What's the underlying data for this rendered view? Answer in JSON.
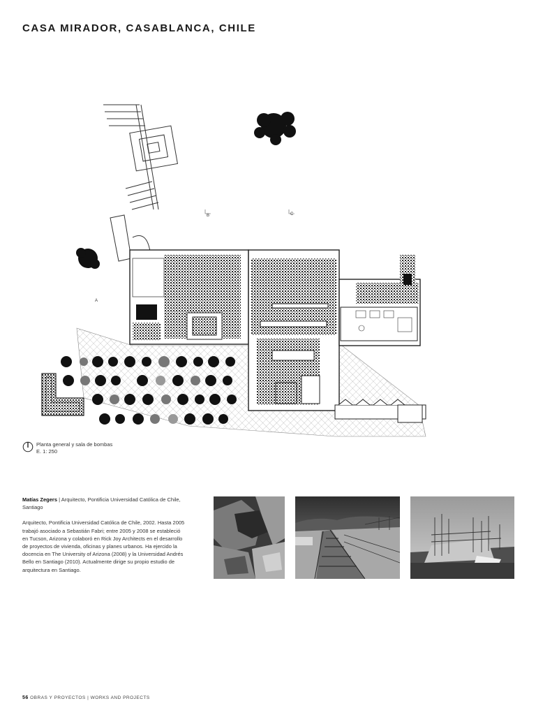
{
  "page": {
    "title": "CASA MIRADOR, CASABLANCA, CHILE"
  },
  "plan": {
    "caption_line1": "Planta general y sala de bombas",
    "caption_line2": "E. 1: 250",
    "section_labels": {
      "a": "A",
      "b": "B",
      "c": "C"
    }
  },
  "bio": {
    "name": "Matías Zegers",
    "separator": " | ",
    "affiliation": "Arquitecto, Pontificia Universidad Católica de Chile, Santiago",
    "text": "Arquitecto, Pontificia Universidad Católica de Chile, 2002. Hasta 2005 trabajó asociado a Sebastián Fabri; entre 2005 y 2008 se estableció en Tucson, Arizona y colaboró en Rick Joy Architects en el desarrollo de proyectos de vivienda, oficinas y planes urbanos. Ha ejercido la docencia en The University of Arizona (2008) y la Universidad Andrés Bello en Santiago (2010). Actualmente dirige su propio estudio de arquitectura en Santiago."
  },
  "footer": {
    "page_number": "56",
    "text": " OBRAS Y PROYECTOS | WORKS AND PROJECTS"
  },
  "icons": [
    "north-arrow-icon"
  ]
}
